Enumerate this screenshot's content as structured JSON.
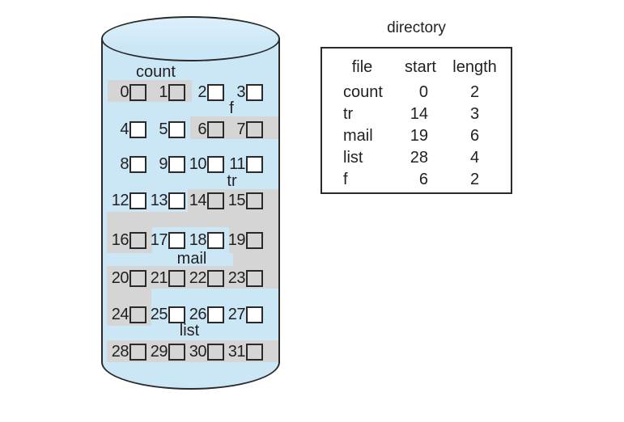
{
  "disk": {
    "file_labels": [
      {
        "name": "count",
        "text": "count"
      },
      {
        "name": "f",
        "text": "f"
      },
      {
        "name": "tr",
        "text": "tr"
      },
      {
        "name": "mail",
        "text": "mail"
      },
      {
        "name": "list",
        "text": "list"
      }
    ],
    "rows": [
      [
        0,
        1,
        2,
        3
      ],
      [
        4,
        5,
        6,
        7
      ],
      [
        8,
        9,
        10,
        11
      ],
      [
        12,
        13,
        14,
        15
      ],
      [
        16,
        17,
        18,
        19
      ],
      [
        20,
        21,
        22,
        23
      ],
      [
        24,
        25,
        26,
        27
      ],
      [
        28,
        29,
        30,
        31
      ]
    ],
    "allocated_blocks": [
      0,
      1,
      6,
      7,
      14,
      15,
      16,
      19,
      20,
      21,
      22,
      23,
      24,
      28,
      29,
      30,
      31
    ]
  },
  "directory": {
    "title": "directory",
    "columns": [
      "file",
      "start",
      "length"
    ],
    "rows": [
      {
        "file": "count",
        "start": "0",
        "length": "2"
      },
      {
        "file": "tr",
        "start": "14",
        "length": "3"
      },
      {
        "file": "mail",
        "start": "19",
        "length": "6"
      },
      {
        "file": "list",
        "start": "28",
        "length": "4"
      },
      {
        "file": "f",
        "start": "6",
        "length": "2"
      }
    ]
  },
  "colors": {
    "disk_fill": "#cbe7f6",
    "allocated_fill": "#d5d5d5",
    "outline": "#2b2a2a",
    "text": "#231f20"
  }
}
